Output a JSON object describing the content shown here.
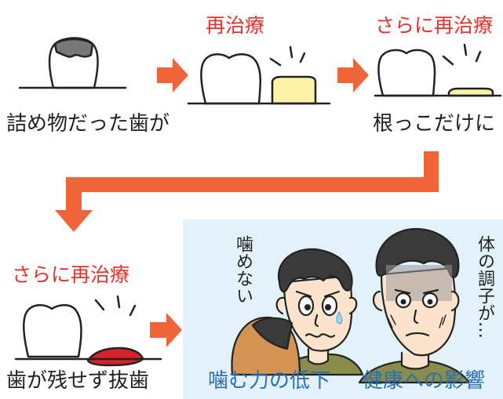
{
  "steps": {
    "s1": {
      "caption": "詰め物だった歯が"
    },
    "s2": {
      "title": "再治療"
    },
    "s3": {
      "title": "さらに再治療",
      "caption": "根っこだけに"
    },
    "s4": {
      "title": "さらに再治療",
      "caption": "歯が残せず抜歯"
    }
  },
  "effects": {
    "chewing": {
      "thought": "噛めない",
      "caption": "噛む力の低下"
    },
    "health": {
      "thought": "体の調子が…",
      "caption": "健康への影響"
    }
  },
  "colors": {
    "arrow": "#f0643a",
    "title_red": "#e8312a",
    "caption_blue": "#2a6fb5",
    "panel_bg": "#e3f1fb",
    "filling": "#777777",
    "crown": "#fbf2a8",
    "extraction": "#d6222a"
  }
}
